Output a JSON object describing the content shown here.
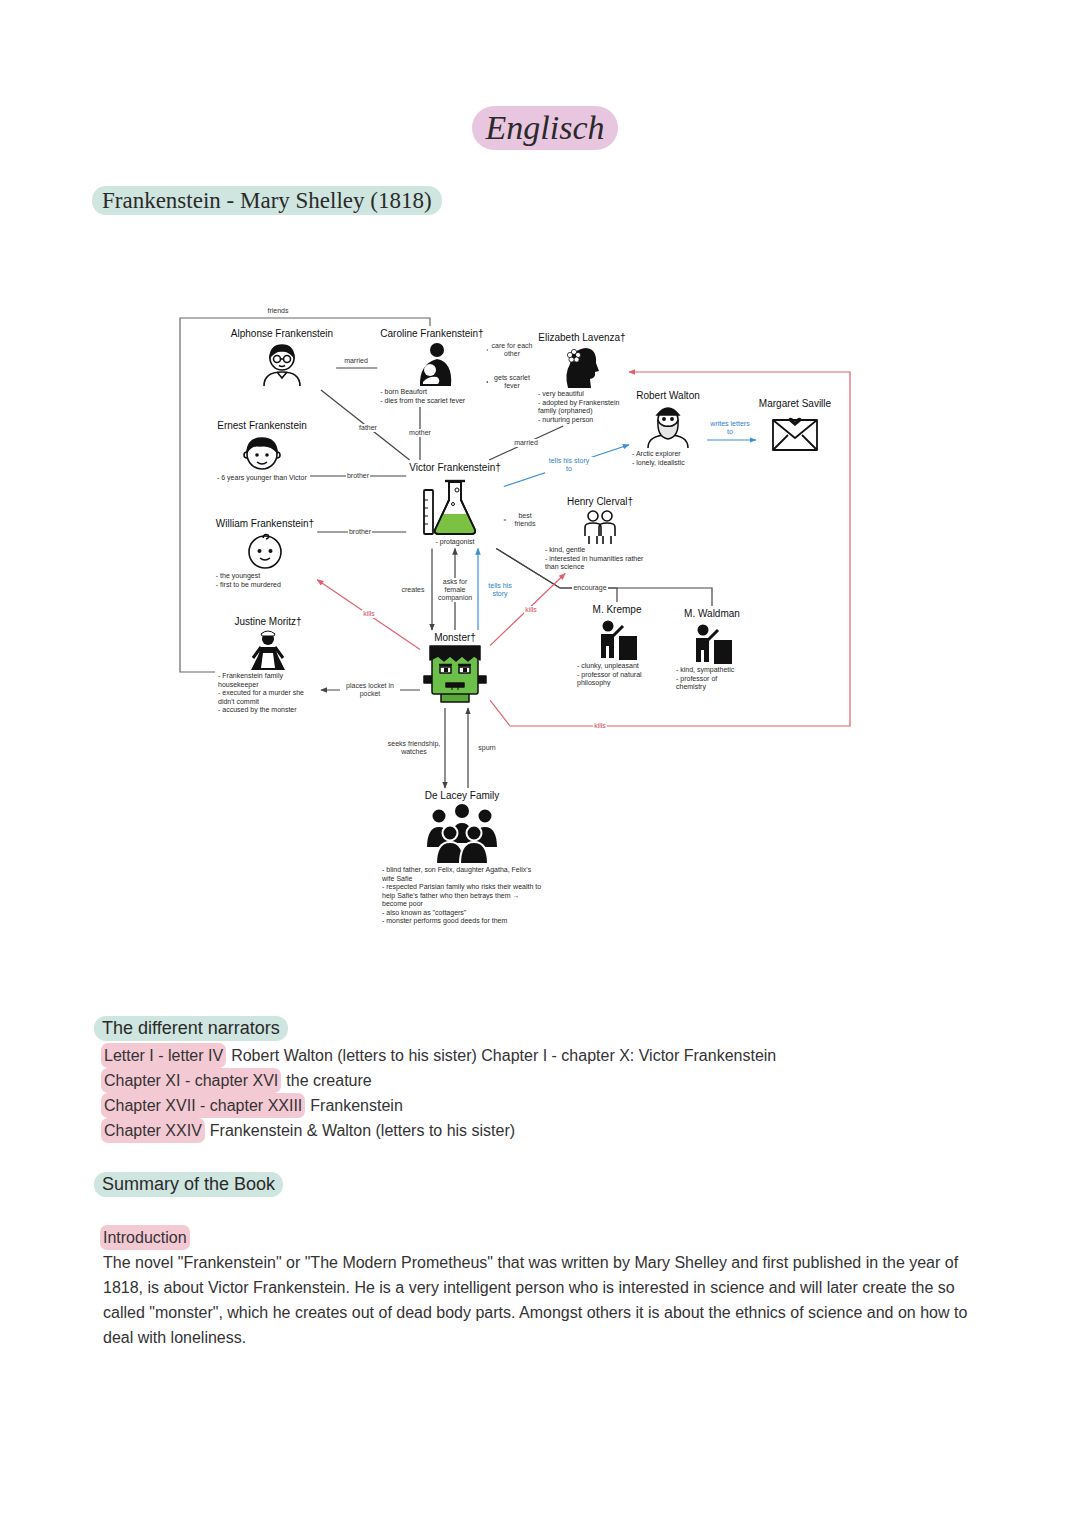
{
  "diagram": {
    "title": "Frankenstein - Mary Shelley (1818)",
    "nodes": [
      {
        "text": [
          "Alphonse Frankenstein"
        ]
      },
      {
        "text": [
          "Caroline Frankenstein†",
          "- born Beaufort",
          "- dies from the scarlet fever"
        ]
      },
      {
        "text": [
          "Elizabeth Lavenza†",
          "- very beautiful",
          "- adopted by Frankenstein family (orphaned)",
          "- nurturing person"
        ]
      },
      {
        "text": [
          "Robert Walton",
          "- Arctic explorer",
          "- lonely, idealistic"
        ]
      },
      {
        "text": [
          "Margaret Saville"
        ]
      },
      {
        "text": [
          "Ernest Frankenstein",
          "- 6 years younger than Victor"
        ]
      },
      {
        "text": [
          "Victor Frankenstein†",
          "- protagonist"
        ]
      },
      {
        "text": [
          "Henry Clerval†",
          "- kind, gentle",
          "- interested in humanities rather than science"
        ]
      },
      {
        "text": [
          "William Frankenstein†",
          "- the youngest",
          "- first to be murdered"
        ]
      },
      {
        "text": [
          "Justine Moritz†",
          "- Frankenstein family housekeeper",
          "- executed for a murder she didn't commit",
          "- accused by the monster"
        ]
      },
      {
        "text": [
          "M. Krempe",
          "- clunky, unpleasant",
          "- professor of natural philosophy"
        ]
      },
      {
        "text": [
          "M. Waldman",
          "- kind, sympathetic",
          "- professor of chemistry"
        ]
      },
      {
        "text": [
          "Monster†"
        ]
      },
      {
        "text": [
          "De Lacey Family",
          "- blind father, son Felix, daughter Agatha, Felix's wife Safie",
          "- respected Parisian family who risks their wealth to help Safie's father who then betrays them → become poor",
          "- also known as \"cottagers\"",
          "- monster performs good deeds for them"
        ]
      }
    ],
    "edges": [
      {
        "from": 1,
        "to": 9,
        "arrow": "none",
        "label": "friends"
      },
      {
        "from": 0,
        "to": 1,
        "arrow": "none",
        "label": "married"
      },
      {
        "from": 1,
        "to": 2,
        "arrow": "none",
        "label": "care for each other"
      },
      {
        "from": 2,
        "to": 1,
        "arrow": "to",
        "label": "gets scarlet fever"
      },
      {
        "from": 1,
        "to": 6,
        "arrow": "none",
        "label": "mother"
      },
      {
        "from": 0,
        "to": 6,
        "arrow": "none",
        "label": "father"
      },
      {
        "from": 2,
        "to": 6,
        "arrow": "none",
        "label": "married"
      },
      {
        "from": 6,
        "to": 3,
        "arrow": "to",
        "label": "tells his story to"
      },
      {
        "from": 3,
        "to": 4,
        "arrow": "to",
        "label": "writes letters to"
      },
      {
        "from": 5,
        "to": 6,
        "arrow": "none",
        "label": "brother"
      },
      {
        "from": 8,
        "to": 6,
        "arrow": "none",
        "label": "brother"
      },
      {
        "from": 6,
        "to": 7,
        "arrow": "none",
        "label": "best friends"
      },
      {
        "from": 6,
        "to": 10,
        "arrow": "none",
        "label": "encourage"
      },
      {
        "from": 6,
        "to": 11,
        "arrow": "none"
      },
      {
        "from": 6,
        "to": 12,
        "arrow": "to",
        "label": "creates"
      },
      {
        "from": 12,
        "to": 6,
        "arrow": "to",
        "label": "asks for female companion"
      },
      {
        "from": 12,
        "to": 6,
        "arrow": "to",
        "label": "tells his story"
      },
      {
        "from": 12,
        "to": 8,
        "arrow": "to",
        "label": "kills"
      },
      {
        "from": 12,
        "to": 9,
        "arrow": "to",
        "label": "places locket in pocket"
      },
      {
        "from": 12,
        "to": 2,
        "arrow": "to",
        "label": "kills"
      },
      {
        "from": 12,
        "to": 7,
        "arrow": "to",
        "label": "kills"
      },
      {
        "from": 12,
        "to": 13,
        "arrow": "to",
        "label": "seeks friendship, watches"
      },
      {
        "from": 13,
        "to": 12,
        "arrow": "to",
        "label": "spurn"
      }
    ],
    "labels": [
      "Englisch",
      "The different narrators",
      "Letter I - letter IV",
      "Robert Walton (letters to his sister) Chapter I - chapter X: Victor Frankenstein",
      "Chapter XI - chapter XVI",
      "the creature",
      "Chapter XVII - chapter XXIII",
      "Frankenstein",
      "Chapter XXIV",
      "Frankenstein & Walton (letters to his sister)",
      "Summary of the Book",
      "Introduction",
      "The novel \"Frankenstein\" or \"The Modern Prometheus\" that was written by Mary Shelley and first published in the year of 1818, is about Victor Frankenstein. He is a very intelligent person who is interested in science and will later create the so called \"monster\", which he creates out of dead body parts. Amongst others it is about the ethnics of science and on how to deal with loneliness."
    ]
  }
}
